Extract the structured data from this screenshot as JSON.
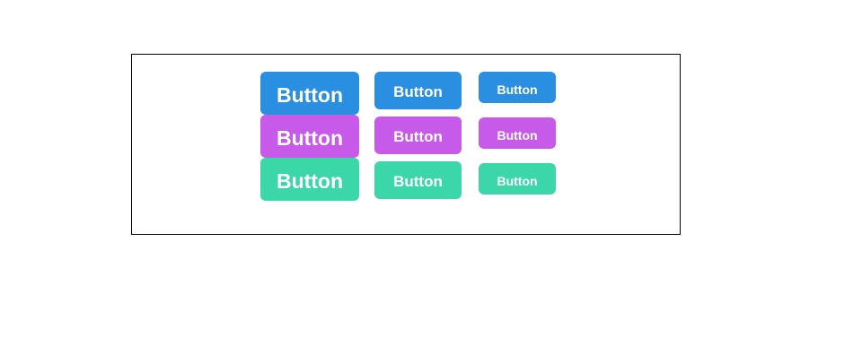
{
  "frame": {
    "border_color": "#000000",
    "background": "#ffffff"
  },
  "grid": {
    "columns": [
      {
        "size_name": "large",
        "buttons": [
          {
            "label": "Button",
            "variant": "primary",
            "color": "#2a8fe0"
          },
          {
            "label": "Button",
            "variant": "secondary",
            "color": "#c75ae8"
          },
          {
            "label": "Button",
            "variant": "success",
            "color": "#3bd7a9"
          }
        ]
      },
      {
        "size_name": "medium",
        "buttons": [
          {
            "label": "Button",
            "variant": "primary",
            "color": "#2a8fe0"
          },
          {
            "label": "Button",
            "variant": "secondary",
            "color": "#c75ae8"
          },
          {
            "label": "Button",
            "variant": "success",
            "color": "#3bd7a9"
          }
        ]
      },
      {
        "size_name": "small",
        "buttons": [
          {
            "label": "Button",
            "variant": "primary",
            "color": "#2a8fe0"
          },
          {
            "label": "Button",
            "variant": "secondary",
            "color": "#c75ae8"
          },
          {
            "label": "Button",
            "variant": "success",
            "color": "#3bd7a9"
          }
        ]
      }
    ]
  }
}
